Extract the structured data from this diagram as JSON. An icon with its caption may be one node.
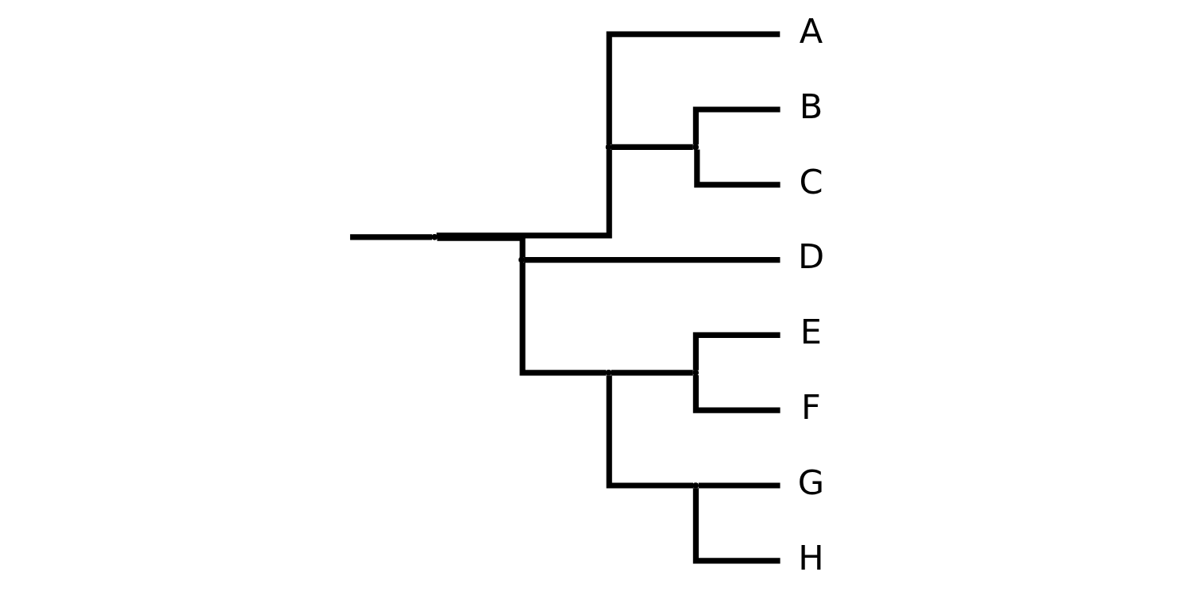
{
  "diagram": {
    "nodes": [
      {
        "text": [
          "A"
        ]
      },
      {
        "text": [
          "B"
        ]
      },
      {
        "text": [
          "C"
        ]
      },
      {
        "text": [
          "D"
        ]
      },
      {
        "text": [
          "E"
        ]
      },
      {
        "text": [
          "F"
        ]
      },
      {
        "text": [
          "G"
        ]
      },
      {
        "text": [
          "H"
        ]
      },
      {
        "text": [],
        "shape": "point"
      },
      {
        "text": [],
        "shape": "point"
      },
      {
        "text": [],
        "shape": "point"
      },
      {
        "text": [],
        "shape": "point"
      },
      {
        "text": [],
        "shape": "point"
      },
      {
        "text": [],
        "shape": "point"
      },
      {
        "text": [],
        "shape": "point"
      }
    ],
    "edges": [
      {
        "from": null,
        "to": 8,
        "arrow": "none"
      },
      {
        "from": 8,
        "to": 9,
        "arrow": "none"
      },
      {
        "from": 8,
        "to": 11,
        "arrow": "none"
      },
      {
        "from": 9,
        "to": 0,
        "arrow": "none"
      },
      {
        "from": 9,
        "to": 10,
        "arrow": "none"
      },
      {
        "from": 10,
        "to": 1,
        "arrow": "none"
      },
      {
        "from": 10,
        "to": 2,
        "arrow": "none"
      },
      {
        "from": 11,
        "to": 3,
        "arrow": "none"
      },
      {
        "from": 11,
        "to": 12,
        "arrow": "none"
      },
      {
        "from": 12,
        "to": 13,
        "arrow": "none"
      },
      {
        "from": 12,
        "to": 14,
        "arrow": "none"
      },
      {
        "from": 13,
        "to": 4,
        "arrow": "none"
      },
      {
        "from": 13,
        "to": 5,
        "arrow": "none"
      },
      {
        "from": 14,
        "to": 6,
        "arrow": "none"
      },
      {
        "from": 14,
        "to": 7,
        "arrow": "none"
      }
    ]
  }
}
